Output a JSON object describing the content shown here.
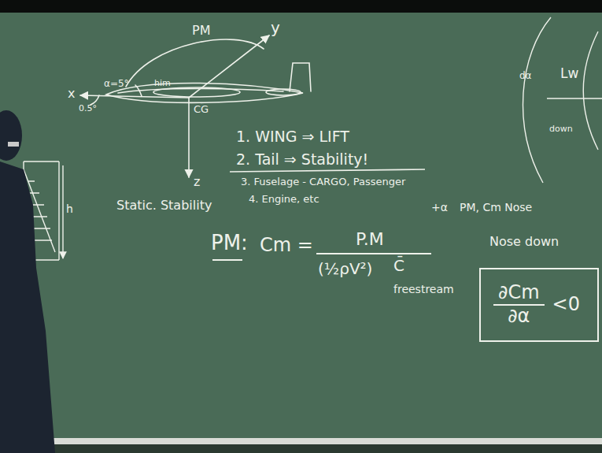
{
  "diagram": {
    "nodes": [
      {
        "text": [
          "∂Cm",
          "∂α",
          "<0"
        ]
      }
    ],
    "labels": [
      "PM",
      "y",
      "x",
      "α=5°",
      "him",
      "0.5°",
      "CG",
      "z",
      "1. WING ⇒ LIFT",
      "2. Tail ⇒ Stability!",
      "3. Fuselage - CARGO, Passenger",
      "4. Engine, etc",
      "Static. Stability",
      "PM:",
      "Cm =",
      "P.M",
      "(½ρV²)",
      "C̄",
      "freestream",
      "+α",
      "PM, Cm Nose",
      "Nose down",
      "h",
      "dα",
      "Lw",
      "down"
    ]
  }
}
